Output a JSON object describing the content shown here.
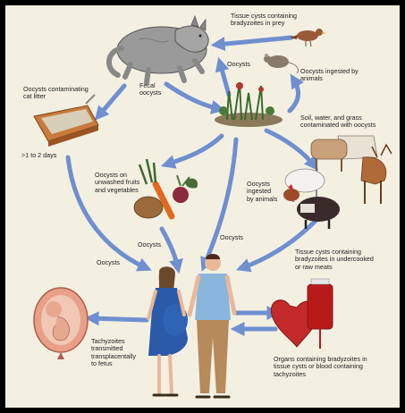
{
  "labels": {
    "tissue_cysts_prey": "Tissue cysts containing\nbradyzoites in prey",
    "oocysts_top": "Oocysts",
    "oocysts_ingested_animals_top": "Oocysts ingested by\nanimals",
    "oocysts_contaminating_litter": "Oocysts contaminating\ncat litter",
    "fecal_oocysts": "Fecal\noocysts",
    "soil_water_grass": "Soil, water, and grass\ncontaminated with oocysts",
    "one_to_two_days": ">1 to 2 days",
    "oocysts_unwashed": "Oocysts on\nunwashed fruits\nand vegetables",
    "oocysts_ingested_animals_mid": "Oocysts\ningested\nby animals",
    "oocysts_left": "Oocysts",
    "oocysts_mid": "Oocysts",
    "oocysts_center": "Oocysts",
    "tissue_cysts_meats": "Tissue cysts containing\nbradyzoites in undercooked\nor raw meats",
    "tachyzoites": "Tachyzoites\ntransmitted\ntransplacentally\nto fetus",
    "organs": "Organs containing bradyzoites in\ntissue cysts or blood containing\ntachyzoites"
  },
  "colors": {
    "background": "#f3f0e2",
    "frame": "#000000",
    "arrow": "#6f8fcf",
    "text": "#222222"
  }
}
